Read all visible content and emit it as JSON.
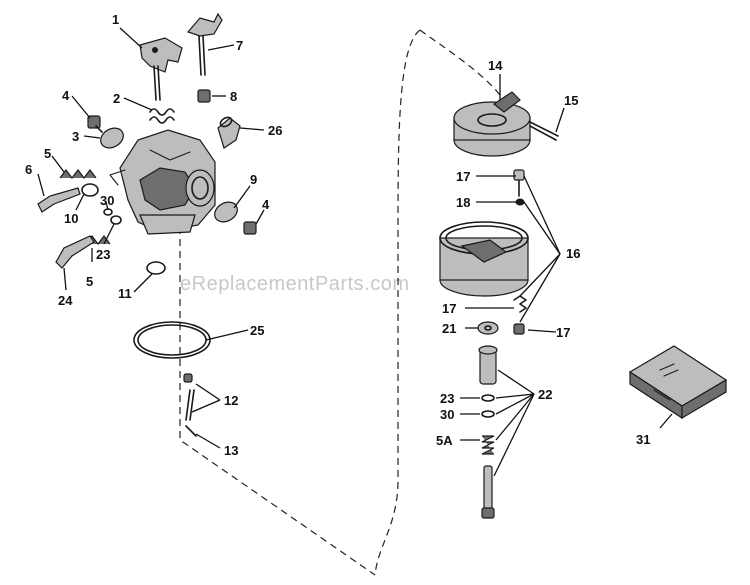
{
  "watermark": "eReplacementParts.com",
  "callouts": {
    "c1": "1",
    "c7": "7",
    "c2": "2",
    "c8": "8",
    "c4a": "4",
    "c3": "3",
    "c26": "26",
    "c5a": "5",
    "c6": "6",
    "c9": "9",
    "c4b": "4",
    "c10": "10",
    "c30a": "30",
    "c23a": "23",
    "c5b": "5",
    "c24": "24",
    "c11": "11",
    "c25": "25",
    "c12": "12",
    "c13": "13",
    "c14": "14",
    "c15": "15",
    "c17a": "17",
    "c18": "18",
    "c16": "16",
    "c17b": "17",
    "c17c": "17",
    "c21": "21",
    "c22": "22",
    "c23b": "23",
    "c30b": "30",
    "c5A": "5A",
    "c31": "31"
  }
}
